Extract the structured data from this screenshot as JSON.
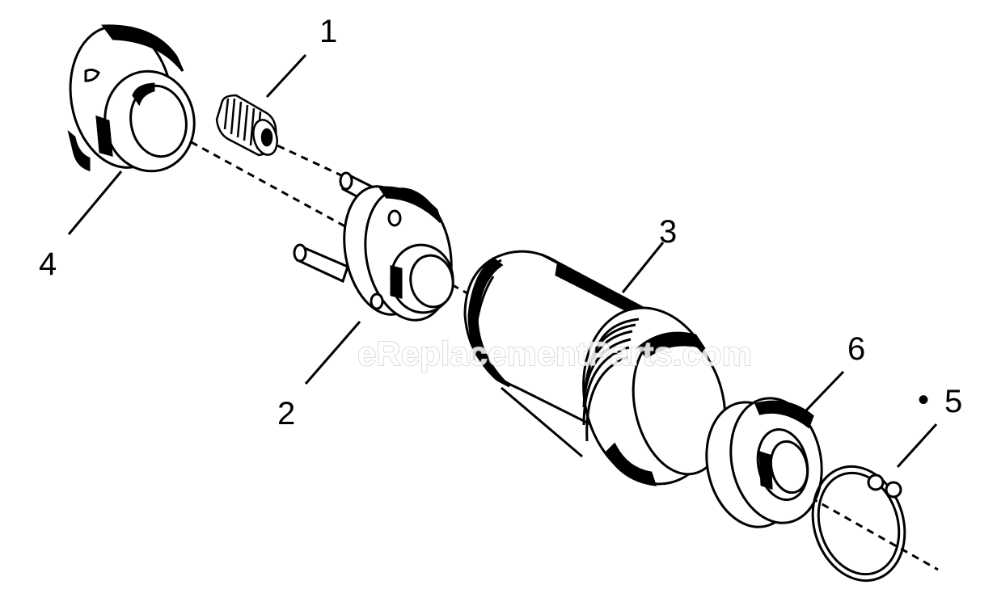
{
  "callouts": [
    {
      "id": "1",
      "label": "1"
    },
    {
      "id": "2",
      "label": "2"
    },
    {
      "id": "3",
      "label": "3"
    },
    {
      "id": "4",
      "label": "4"
    },
    {
      "id": "5",
      "label": "5"
    },
    {
      "id": "6",
      "label": "6"
    }
  ],
  "watermark": "eReplacementParts.com",
  "marker": "•"
}
